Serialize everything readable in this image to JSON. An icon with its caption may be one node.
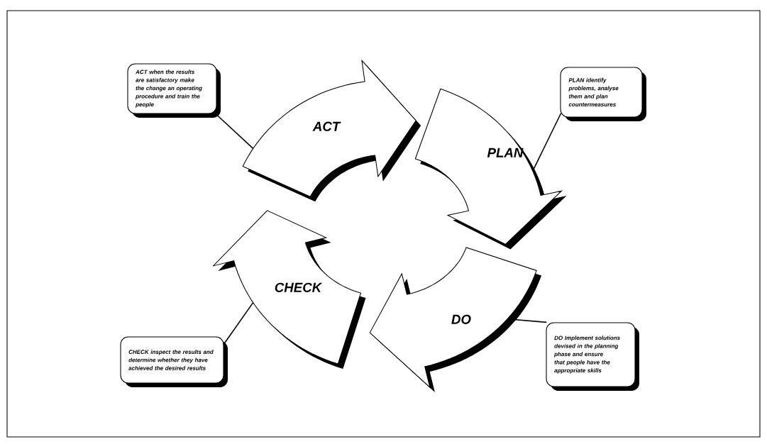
{
  "diagram": {
    "nodes": [
      {
        "text": [
          "ACT"
        ]
      },
      {
        "text": [
          "PLAN"
        ]
      },
      {
        "text": [
          "DO"
        ]
      },
      {
        "text": [
          "CHECK"
        ]
      },
      {
        "text": [
          "ACT when the results are satisfactory make the change an operating procedure and train the people"
        ]
      },
      {
        "text": [
          "PLAN identify problems, analyse them and plan countermeasures"
        ]
      },
      {
        "text": [
          "DO Implement solutions devised in the planning phase and ensure that people have the appropriate skills"
        ]
      },
      {
        "text": [
          "CHECK inspect the results and determine whether they have achieved the desired results"
        ]
      }
    ],
    "edges": [
      {
        "from": 4,
        "to": 0,
        "arrow": "none"
      },
      {
        "from": 5,
        "to": 1,
        "arrow": "none"
      },
      {
        "from": 6,
        "to": 2,
        "arrow": "none"
      },
      {
        "from": 7,
        "to": 3,
        "arrow": "none"
      }
    ]
  }
}
